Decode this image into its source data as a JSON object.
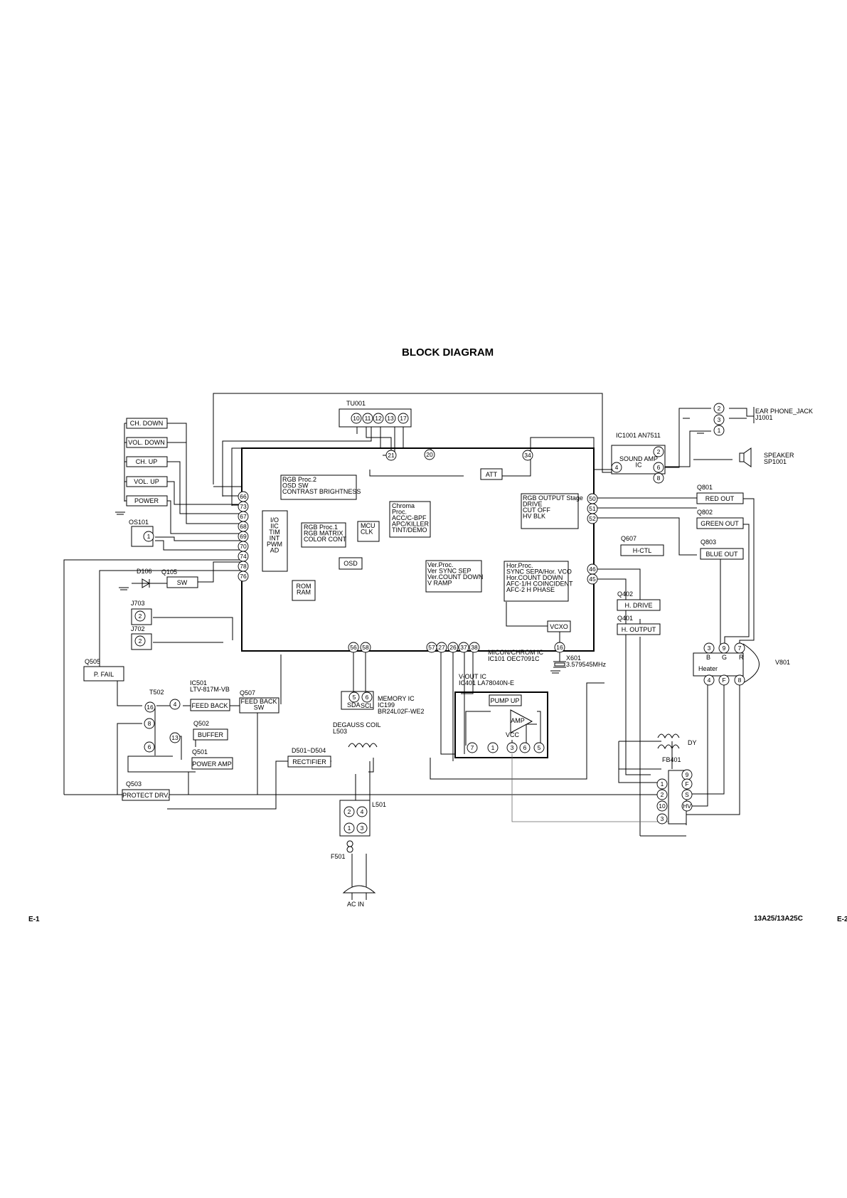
{
  "title": "BLOCK DIAGRAM",
  "footer": {
    "left": "E-1",
    "center": "13A25/13A25C",
    "right": "E-2"
  },
  "boxes": [
    {
      "id": "ch_down",
      "lines": [
        "CH. DOWN"
      ]
    },
    {
      "id": "vol_down",
      "lines": [
        "VOL. DOWN"
      ]
    },
    {
      "id": "ch_up",
      "lines": [
        "CH. UP"
      ]
    },
    {
      "id": "vol_up",
      "lines": [
        "VOL. UP"
      ]
    },
    {
      "id": "power",
      "lines": [
        "POWER"
      ]
    },
    {
      "id": "rgb_proc2",
      "lines": [
        "RGB Proc.2",
        "OSD SW",
        "CONTRAST BRIGHTNESS"
      ]
    },
    {
      "id": "chroma",
      "lines": [
        "Chroma",
        "Proc.",
        "ACC/C-BPF",
        "APC/KILLER",
        "TINT/DEMO"
      ]
    },
    {
      "id": "rgb_proc1",
      "lines": [
        "RGB Proc.1",
        "RGB MATRIX",
        "COLOR CONT"
      ]
    },
    {
      "id": "mcu_clk",
      "lines": [
        "MCU",
        "CLK"
      ]
    },
    {
      "id": "io",
      "lines": [
        "I/O",
        "IIC",
        "TIM",
        "INT",
        "PWM",
        "AD"
      ]
    },
    {
      "id": "osd",
      "lines": [
        "OSD"
      ]
    },
    {
      "id": "rom_ram",
      "lines": [
        "ROM",
        "RAM"
      ]
    },
    {
      "id": "ver_proc",
      "lines": [
        "Ver.Proc.",
        "Ver SYNC SEP",
        "Ver.COUNT DOWN",
        "V RAMP"
      ]
    },
    {
      "id": "att",
      "lines": [
        "ATT"
      ]
    },
    {
      "id": "rgb_out_stage",
      "lines": [
        "RGB OUTPUT Stage",
        "DRIVE",
        "CUT OFF",
        "HV BLK"
      ]
    },
    {
      "id": "hor_proc",
      "lines": [
        "Hor.Proc.",
        "SYNC SEPA/Hor. VCO",
        "Hor.COUNT DOWN",
        "AFC-1/H COINCIDENT",
        "AFC-2 H PHASE"
      ]
    },
    {
      "id": "vcxo",
      "lines": [
        "VCXO"
      ]
    },
    {
      "id": "sound_amp",
      "lines": [
        "SOUND AMP",
        "IC"
      ]
    },
    {
      "id": "red_out",
      "lines": [
        "RED OUT"
      ]
    },
    {
      "id": "green_out",
      "lines": [
        "GREEN OUT"
      ]
    },
    {
      "id": "blue_out",
      "lines": [
        "BLUE OUT"
      ]
    },
    {
      "id": "h_ctl",
      "lines": [
        "H-CTL"
      ]
    },
    {
      "id": "h_drive",
      "lines": [
        "H. DRIVE"
      ]
    },
    {
      "id": "h_output",
      "lines": [
        "H. OUTPUT"
      ]
    },
    {
      "id": "sw",
      "lines": [
        "SW"
      ]
    },
    {
      "id": "p_fail",
      "lines": [
        "P. FAIL"
      ]
    },
    {
      "id": "feed_back",
      "lines": [
        "FEED BACK"
      ]
    },
    {
      "id": "feed_back_sw",
      "lines": [
        "FEED BACK",
        "SW"
      ]
    },
    {
      "id": "buffer",
      "lines": [
        "BUFFER"
      ]
    },
    {
      "id": "power_amp",
      "lines": [
        "POWER AMP"
      ]
    },
    {
      "id": "protect_drv",
      "lines": [
        "PROTECT DRV."
      ]
    },
    {
      "id": "rectifier",
      "lines": [
        "RECTIFIER"
      ]
    },
    {
      "id": "pump_up",
      "lines": [
        "PUMP UP"
      ]
    },
    {
      "id": "amp",
      "lines": [
        "AMP"
      ]
    }
  ],
  "labels": [
    {
      "id": "tu001",
      "lines": [
        "TU001"
      ]
    },
    {
      "id": "ic1001",
      "lines": [
        "IC1001 AN7511"
      ]
    },
    {
      "id": "earphone",
      "lines": [
        "EAR PHONE_JACK",
        "J1001"
      ]
    },
    {
      "id": "speaker",
      "lines": [
        "SPEAKER",
        "SP1001"
      ]
    },
    {
      "id": "q801",
      "lines": [
        "Q801"
      ]
    },
    {
      "id": "q802",
      "lines": [
        "Q802"
      ]
    },
    {
      "id": "q803",
      "lines": [
        "Q803"
      ]
    },
    {
      "id": "q607",
      "lines": [
        "Q607"
      ]
    },
    {
      "id": "q402",
      "lines": [
        "Q402"
      ]
    },
    {
      "id": "q401",
      "lines": [
        "Q401"
      ]
    },
    {
      "id": "os101",
      "lines": [
        "OS101"
      ]
    },
    {
      "id": "d106",
      "lines": [
        "D106"
      ]
    },
    {
      "id": "q105",
      "lines": [
        "Q105"
      ]
    },
    {
      "id": "j703",
      "lines": [
        "J703"
      ]
    },
    {
      "id": "j702",
      "lines": [
        "J702"
      ]
    },
    {
      "id": "q505",
      "lines": [
        "Q505"
      ]
    },
    {
      "id": "t502",
      "lines": [
        "T502"
      ]
    },
    {
      "id": "ic501",
      "lines": [
        "IC501",
        "LTV-817M-VB"
      ]
    },
    {
      "id": "q507",
      "lines": [
        "Q507"
      ]
    },
    {
      "id": "q502",
      "lines": [
        "Q502"
      ]
    },
    {
      "id": "q501",
      "lines": [
        "Q501"
      ]
    },
    {
      "id": "q503",
      "lines": [
        "Q503"
      ]
    },
    {
      "id": "micon",
      "lines": [
        "MICON/CHROM IC",
        "IC101    OEC7091C"
      ]
    },
    {
      "id": "x601",
      "lines": [
        "X601",
        "3.579545MHz"
      ]
    },
    {
      "id": "vout",
      "lines": [
        "V-OUT IC",
        "IC401    LA78040N-E"
      ]
    },
    {
      "id": "memory",
      "lines": [
        "MEMORY IC",
        "IC199",
        "BR24L02F-WE2"
      ]
    },
    {
      "id": "degauss",
      "lines": [
        "DEGAUSS COIL",
        "L503"
      ]
    },
    {
      "id": "d501",
      "lines": [
        "D501~D504"
      ]
    },
    {
      "id": "l501",
      "lines": [
        "L501"
      ]
    },
    {
      "id": "f501",
      "lines": [
        "F501"
      ]
    },
    {
      "id": "acin",
      "lines": [
        "AC IN"
      ]
    },
    {
      "id": "dy",
      "lines": [
        "DY"
      ]
    },
    {
      "id": "fb401",
      "lines": [
        "FB401"
      ]
    },
    {
      "id": "v801",
      "lines": [
        "V801"
      ]
    },
    {
      "id": "heater",
      "lines": [
        "Heater"
      ]
    },
    {
      "id": "crt_b",
      "lines": [
        "B"
      ]
    },
    {
      "id": "crt_g",
      "lines": [
        "G"
      ]
    },
    {
      "id": "crt_r",
      "lines": [
        "R"
      ]
    },
    {
      "id": "vcc",
      "lines": [
        "VCC"
      ]
    },
    {
      "id": "sda",
      "lines": [
        "SDA"
      ]
    },
    {
      "id": "scl",
      "lines": [
        "SCL"
      ]
    }
  ],
  "pins": [
    "10",
    "11",
    "12",
    "13",
    "17",
    "21",
    "20",
    "34",
    "66",
    "73",
    "67",
    "68",
    "69",
    "70",
    "74",
    "78",
    "76",
    "50",
    "51",
    "52",
    "46",
    "45",
    "16",
    "56",
    "58",
    "57",
    "27",
    "26",
    "37",
    "38",
    "2",
    "3",
    "1",
    "2",
    "6",
    "4",
    "8",
    "1",
    "2",
    "2",
    "16",
    "4",
    "8",
    "6",
    "13",
    "5",
    "6",
    "7",
    "1",
    "3",
    "6",
    "5",
    "3",
    "9",
    "7",
    "4",
    "F",
    "8",
    "9",
    "1",
    "F",
    "2",
    "S",
    "10",
    "HV",
    "3",
    "2",
    "4",
    "1",
    "3"
  ]
}
